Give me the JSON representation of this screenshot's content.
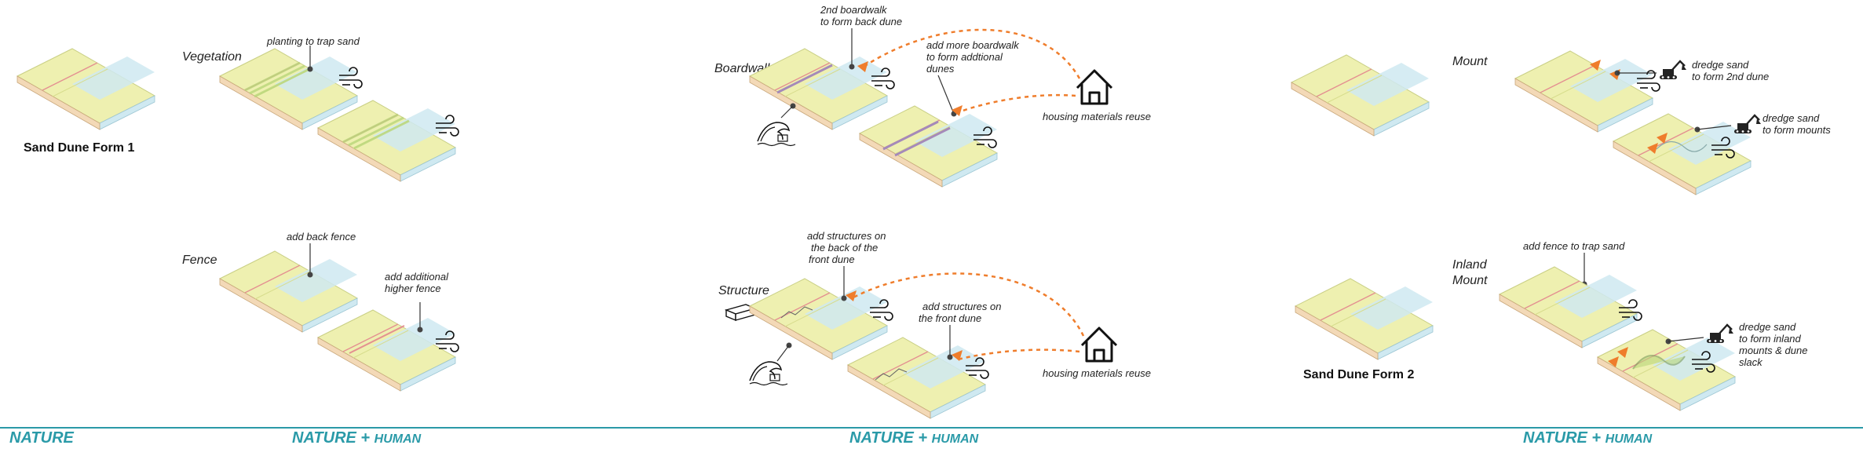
{
  "colors": {
    "sand": "#eef0b0",
    "sand_edge": "#d7dc8c",
    "water": "#cfe9f1",
    "vegetation": "#b9d77a",
    "fence_red": "#e07a7a",
    "boardwalk_purple": "#a58ab9",
    "arrow_orange": "#ef7d2c",
    "footer_teal": "#2a9aa8"
  },
  "forms": {
    "form1": "Sand Dune Form 1",
    "form2": "Sand Dune Form 2"
  },
  "tags": {
    "vegetation": "Vegetation",
    "fence": "Fence",
    "boardwalk": "Boardwalk",
    "structure": "Structure",
    "mount": "Mount",
    "inland_mount_1": "Inland",
    "inland_mount_2": "Mount"
  },
  "notes": {
    "planting": "planting to trap sand",
    "back_fence": "add back fence",
    "higher_fence_1": "add additional",
    "higher_fence_2": "higher fence",
    "boardwalk2_1": "2nd boardwalk",
    "boardwalk2_2": "to form back dune",
    "more_boardwalk_1": "add more boardwalk",
    "more_boardwalk_2": "to form addtional",
    "more_boardwalk_3": "dunes",
    "housing_reuse_1": "housing materials reuse",
    "structures_back_1": "add structures on",
    "structures_back_2": "the back of the",
    "structures_back_3": "front dune",
    "structures_front_1": "add structures on",
    "structures_front_2": "the front dune",
    "housing_reuse_2": "housing materials reuse",
    "dredge_2nd_1": "dredge sand",
    "dredge_2nd_2": "to form 2nd dune",
    "dredge_mounts_1": "dredge sand",
    "dredge_mounts_2": "to form mounts",
    "fence_trap": "add fence to trap sand",
    "dredge_inland_1": "dredge sand",
    "dredge_inland_2": "to form inland",
    "dredge_inland_3": "mounts & dune",
    "dredge_inland_4": "slack"
  },
  "footer": {
    "nature": "NATURE",
    "nh1_a": "NATURE + ",
    "nh1_b": "HUMAN",
    "nh2_a": "NATURE + ",
    "nh2_b": "HUMAN",
    "nh3_a": "NATURE + ",
    "nh3_b": "HUMAN"
  },
  "icons": [
    "wind-icon",
    "house-icon",
    "excavator-icon",
    "wave-icon",
    "brick-icon",
    "orange-arrowhead-icon"
  ]
}
